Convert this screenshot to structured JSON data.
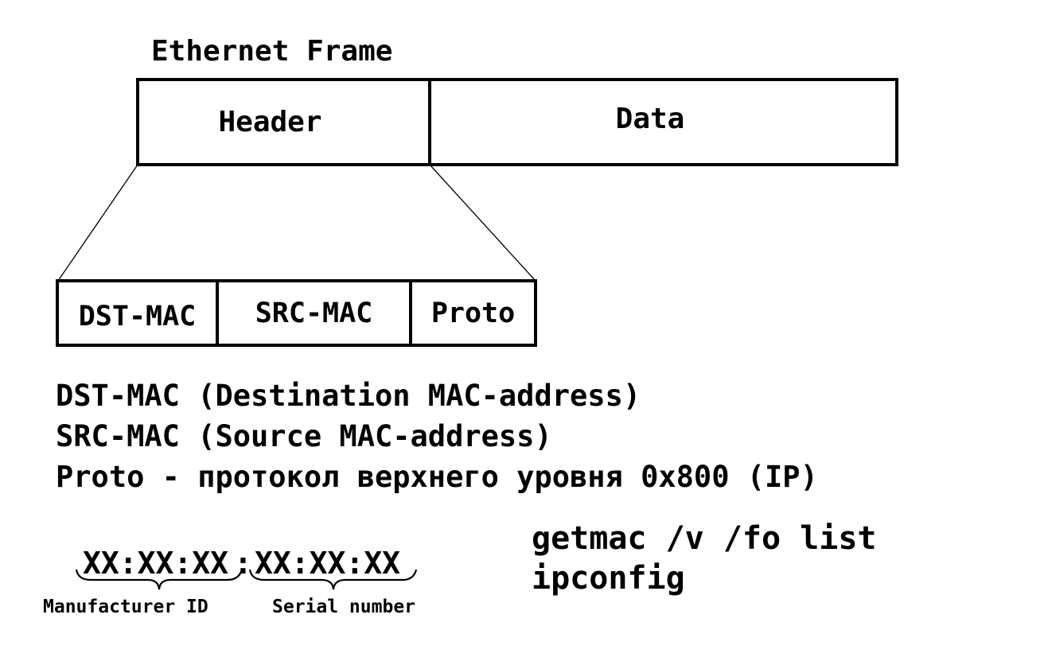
{
  "title": "Ethernet Frame",
  "frame": {
    "header_label": "Header",
    "data_label": "Data"
  },
  "header_fields": {
    "dst_mac": "DST-MAC",
    "src_mac": "SRC-MAC",
    "proto": "Proto"
  },
  "legend": [
    "DST-MAC (Destination MAC-address)",
    "SRC-MAC (Source MAC-address)",
    "Proto - протокол верхнего уровня 0x800 (IP)"
  ],
  "mac_format": {
    "manufacturer_part": "XX:XX:XX",
    "separator": ":",
    "serial_part": "XX:XX:XX",
    "manufacturer_caption": "Manufacturer ID",
    "serial_caption": "Serial number"
  },
  "commands": [
    "getmac /v /fo list",
    "ipconfig"
  ]
}
